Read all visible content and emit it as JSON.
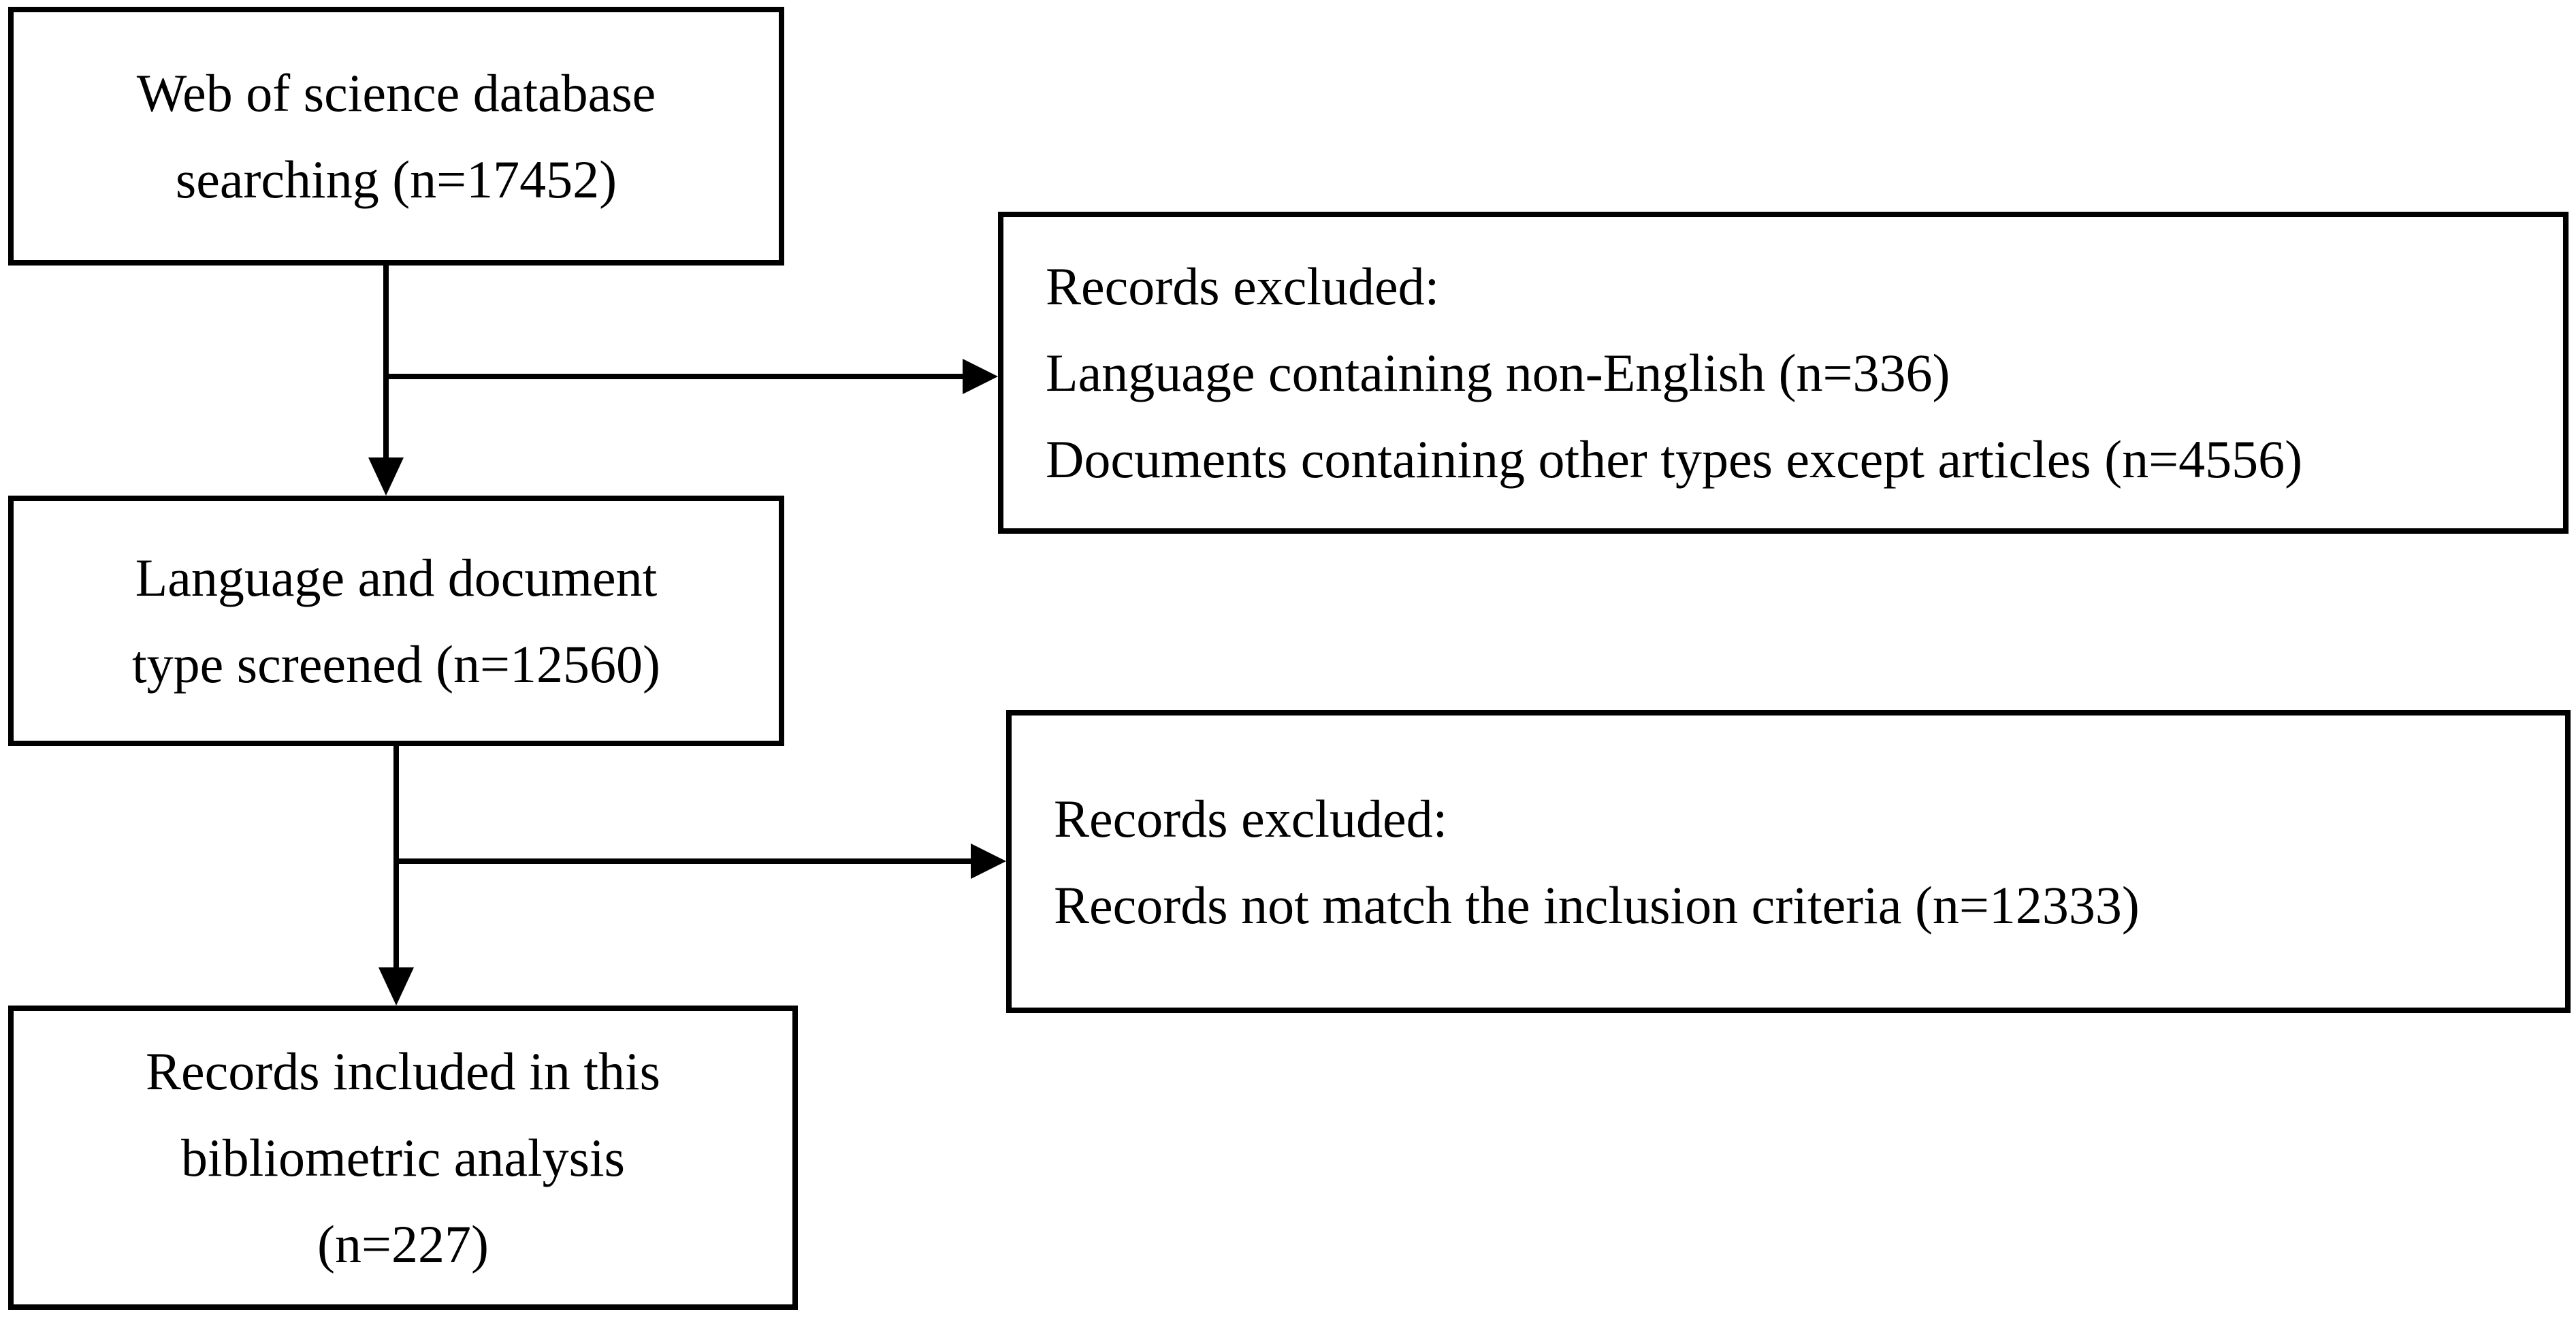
{
  "diagram": {
    "nodes": [
      {
        "id": "search",
        "lines": [
          "Web of science database",
          "searching (n=17452)"
        ]
      },
      {
        "id": "screened",
        "lines": [
          "Language and document",
          "type screened (n=12560)"
        ]
      },
      {
        "id": "included",
        "lines": [
          "Records included in this",
          "bibliometric analysis",
          "(n=227)"
        ]
      },
      {
        "id": "excluded_1",
        "lines": [
          "Records excluded:",
          "Language containing non-English (n=336)",
          "Documents containing other types except articles (n=4556)"
        ]
      },
      {
        "id": "excluded_2",
        "lines": [
          "Records excluded:",
          "Records not match the inclusion criteria (n=12333)"
        ]
      }
    ],
    "edges": [
      {
        "from": "search",
        "to": "screened"
      },
      {
        "from": "search",
        "to": "excluded_1"
      },
      {
        "from": "screened",
        "to": "included"
      },
      {
        "from": "screened",
        "to": "excluded_2"
      }
    ]
  }
}
